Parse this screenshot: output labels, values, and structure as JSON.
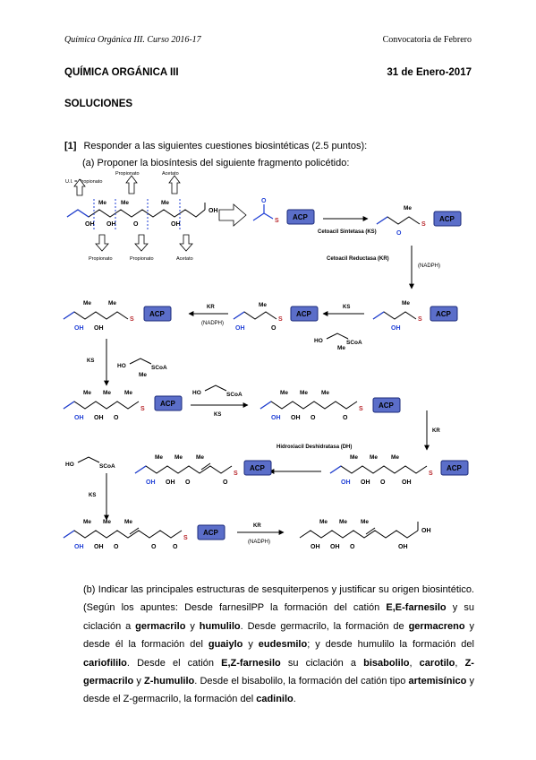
{
  "header": {
    "left": "Química Orgánica III. Curso 2016-17",
    "right": "Convocatoria de Febrero"
  },
  "title": "QUÍMICA ORGÁNICA III",
  "date": "31 de Enero-2017",
  "section": "SOLUCIONES",
  "question": {
    "number": "[1]",
    "text": "Responder a las siguientes cuestiones biosintéticas (2.5 puntos):",
    "part_a": "(a) Proponer la biosíntesis del siguiente fragmento policétido:"
  },
  "scheme": {
    "labels": {
      "ui_propionato": "U.I. = Propionato",
      "propionato": "Propionato",
      "acetato": "Acetato",
      "acp": "ACP",
      "cetoacil_sintetasa": "Cetoacil Sintetasa (KS)",
      "cetoacil_reductasa": "Cetoacil Reductasa (KR)",
      "nadph": "(NADPH)",
      "kr": "KR",
      "ks": "KS",
      "hidroxiacil": "Hidroxiacil Deshidratasa (DH)",
      "me": "Me",
      "oh": "OH",
      "o": "O",
      "s": "S",
      "scoa": "SCoA",
      "ho": "HO"
    },
    "colors": {
      "starter": "#1f3fd6",
      "acp": "#5b6ec9",
      "sulfur": "#b8262b"
    }
  },
  "part_b": {
    "segments": [
      {
        "t": "(b) Indicar las principales estructuras de sesquiterpenos y justificar su origen biosintético. (Según los apuntes: Desde farnesilPP la formación del catión ",
        "b": false
      },
      {
        "t": "E,E-farnesilo",
        "b": true
      },
      {
        "t": " y su ciclación a ",
        "b": false
      },
      {
        "t": "germacrilo",
        "b": true
      },
      {
        "t": " y ",
        "b": false
      },
      {
        "t": "humulilo",
        "b": true
      },
      {
        "t": ". Desde germacrilo, la formación de ",
        "b": false
      },
      {
        "t": "germacreno",
        "b": true
      },
      {
        "t": " y desde él la formación del ",
        "b": false
      },
      {
        "t": "guaiylo",
        "b": true
      },
      {
        "t": " y ",
        "b": false
      },
      {
        "t": "eudesmilo",
        "b": true
      },
      {
        "t": "; y desde humulilo la formación del ",
        "b": false
      },
      {
        "t": "cariofililo",
        "b": true
      },
      {
        "t": ". Desde el catión ",
        "b": false
      },
      {
        "t": "E,Z-farnesilo",
        "b": true
      },
      {
        "t": " su ciclación a ",
        "b": false
      },
      {
        "t": "bisabolilo",
        "b": true
      },
      {
        "t": ", ",
        "b": false
      },
      {
        "t": "carotilo",
        "b": true
      },
      {
        "t": ", ",
        "b": false
      },
      {
        "t": "Z-germacrilo",
        "b": true
      },
      {
        "t": " y ",
        "b": false
      },
      {
        "t": "Z-humulilo",
        "b": true
      },
      {
        "t": ". Desde el bisabolilo, la formación del catión tipo ",
        "b": false
      },
      {
        "t": "artemisínico",
        "b": true
      },
      {
        "t": " y desde el Z-germacrilo, la formación del ",
        "b": false
      },
      {
        "t": "cadinilo",
        "b": true
      },
      {
        "t": ".",
        "b": false
      }
    ]
  }
}
